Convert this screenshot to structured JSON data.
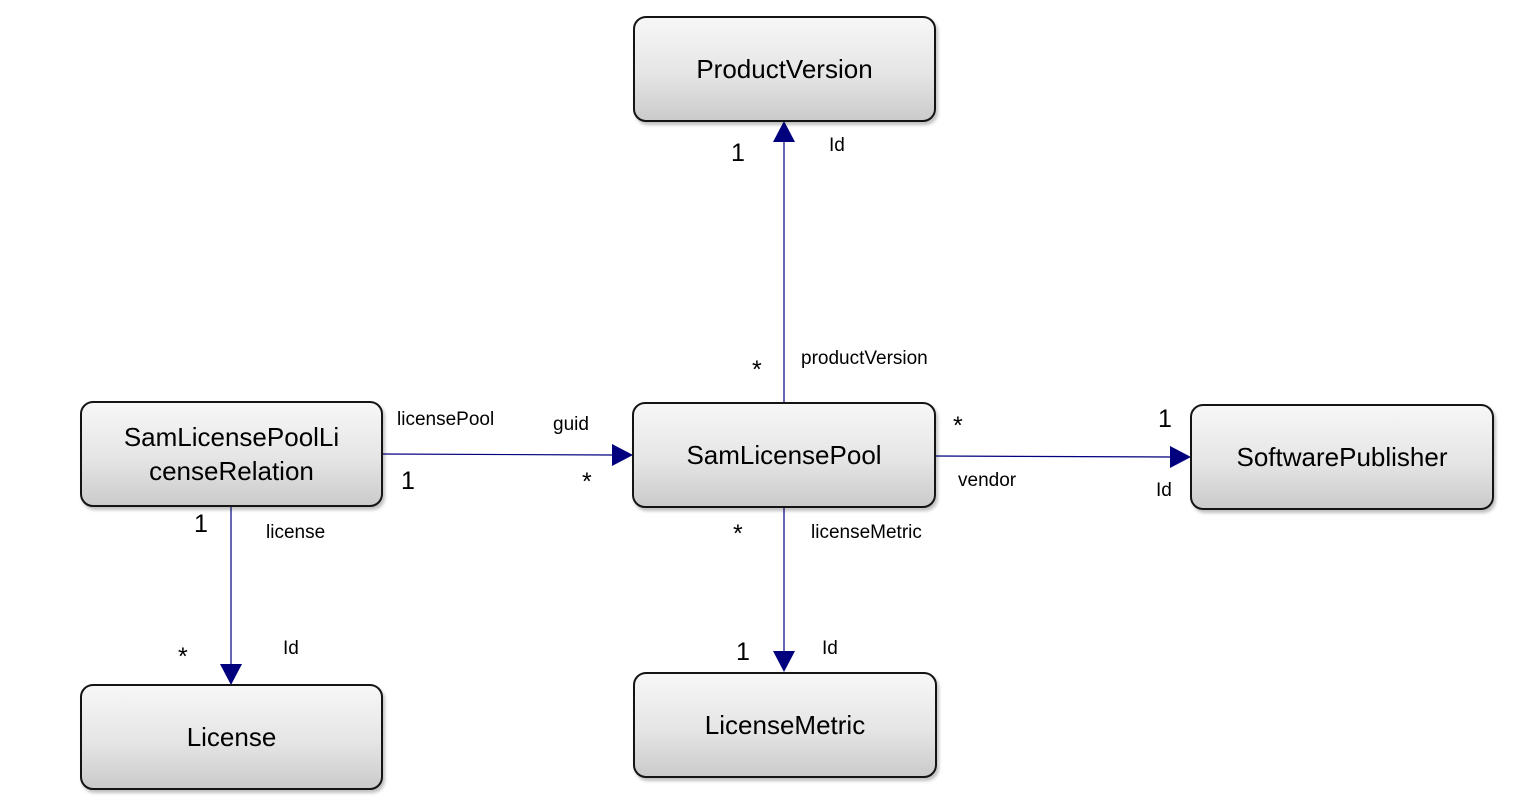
{
  "entities": {
    "product_version": "ProductVersion",
    "sam_license_pool_relation": "SamLicensePoolLi\ncenseRelation",
    "sam_license_pool": "SamLicensePool",
    "software_publisher": "SoftwarePublisher",
    "license": "License",
    "license_metric": "LicenseMetric"
  },
  "associations": {
    "pool_to_product_version": {
      "source_field": "productVersion",
      "target_field": "Id",
      "source_multiplicity": "*",
      "target_multiplicity": "1"
    },
    "relation_to_pool": {
      "source_field": "licensePool",
      "target_field": "guid",
      "source_multiplicity": "1",
      "target_multiplicity": "*"
    },
    "pool_to_publisher": {
      "source_field": "vendor",
      "target_field": "Id",
      "source_multiplicity": "*",
      "target_multiplicity": "1"
    },
    "relation_to_license": {
      "source_field": "license",
      "target_field": "Id",
      "source_multiplicity": "1",
      "target_multiplicity": "*"
    },
    "pool_to_metric": {
      "source_field": "licenseMetric",
      "target_field": "Id",
      "source_multiplicity": "*",
      "target_multiplicity": "1"
    }
  },
  "colors": {
    "connector": "#00007f",
    "border": "#141414"
  }
}
